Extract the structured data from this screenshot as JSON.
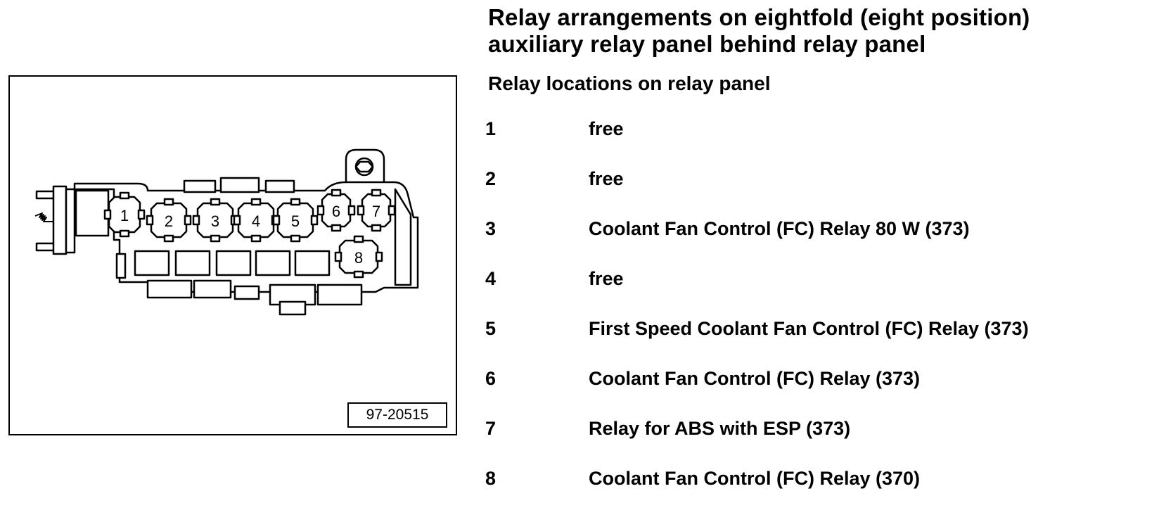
{
  "title_line1": "Relay arrangements on eightfold (eight position)",
  "title_line2": "auxiliary relay panel behind relay panel",
  "subtitle": "Relay locations on relay panel",
  "figure_id": "97-20515",
  "relay_labels": [
    "1",
    "2",
    "3",
    "4",
    "5",
    "6",
    "7",
    "8"
  ],
  "legend": [
    {
      "num": "1",
      "desc": "free"
    },
    {
      "num": "2",
      "desc": "free"
    },
    {
      "num": "3",
      "desc": "Coolant Fan Control (FC) Relay 80 W (373)"
    },
    {
      "num": "4",
      "desc": "free"
    },
    {
      "num": "5",
      "desc": "First Speed Coolant Fan Control (FC) Relay (373)"
    },
    {
      "num": "6",
      "desc": "Coolant Fan Control (FC) Relay (373)"
    },
    {
      "num": "7",
      "desc": "Relay for ABS with ESP (373)"
    },
    {
      "num": "8",
      "desc": "Coolant Fan Control (FC) Relay (370)"
    }
  ]
}
